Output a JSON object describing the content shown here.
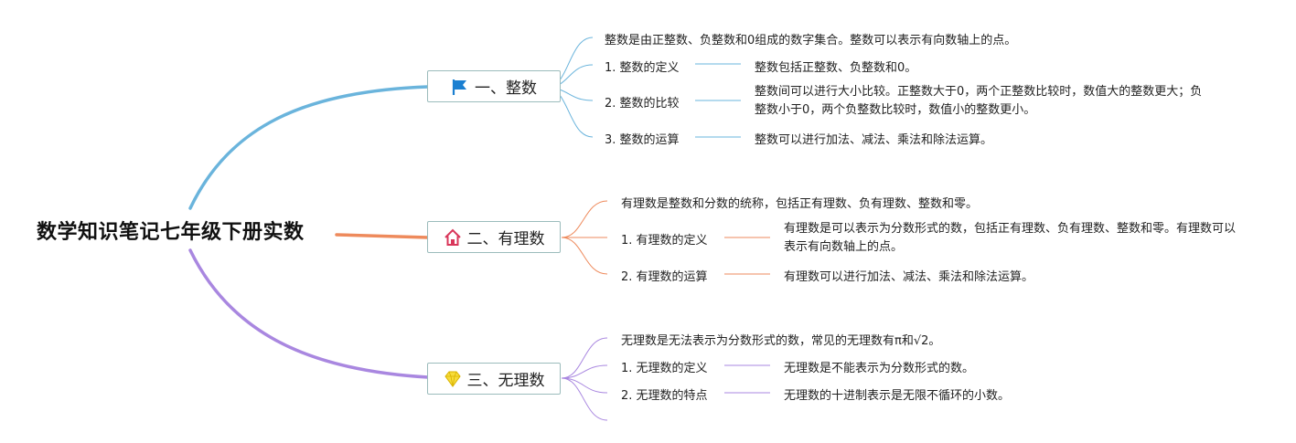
{
  "root": {
    "title": "数学知识笔记七年级下册实数"
  },
  "colors": {
    "branch1": "#6ab4dc",
    "branch2": "#ee8a5c",
    "branch3": "#a987e0",
    "topic_border": "#9bbcbc"
  },
  "branches": [
    {
      "icon": "flag-icon",
      "label": "一、整数",
      "summary": "整数是由正整数、负整数和0组成的数字集合。整数可以表示有向数轴上的点。",
      "items": [
        {
          "label": "1. 整数的定义",
          "detail": "整数包括正整数、负整数和0。"
        },
        {
          "label": "2. 整数的比较",
          "detail": "整数间可以进行大小比较。正整数大于0，两个正整数比较时，数值大的整数更大；负整数小于0，两个负整数比较时，数值小的整数更小。"
        },
        {
          "label": "3. 整数的运算",
          "detail": "整数可以进行加法、减法、乘法和除法运算。"
        }
      ]
    },
    {
      "icon": "home-icon",
      "label": "二、有理数",
      "summary": "有理数是整数和分数的统称，包括正有理数、负有理数、整数和零。",
      "items": [
        {
          "label": "1. 有理数的定义",
          "detail": "有理数是可以表示为分数形式的数，包括正有理数、负有理数、整数和零。有理数可以表示有向数轴上的点。"
        },
        {
          "label": "2. 有理数的运算",
          "detail": "有理数可以进行加法、减法、乘法和除法运算。"
        }
      ]
    },
    {
      "icon": "diamond-icon",
      "label": "三、无理数",
      "summary": "无理数是无法表示为分数形式的数，常见的无理数有π和√2。",
      "items": [
        {
          "label": "1. 无理数的定义",
          "detail": "无理数是不能表示为分数形式的数。"
        },
        {
          "label": "2. 无理数的特点",
          "detail": "无理数的十进制表示是无限不循环的小数。"
        }
      ]
    }
  ]
}
